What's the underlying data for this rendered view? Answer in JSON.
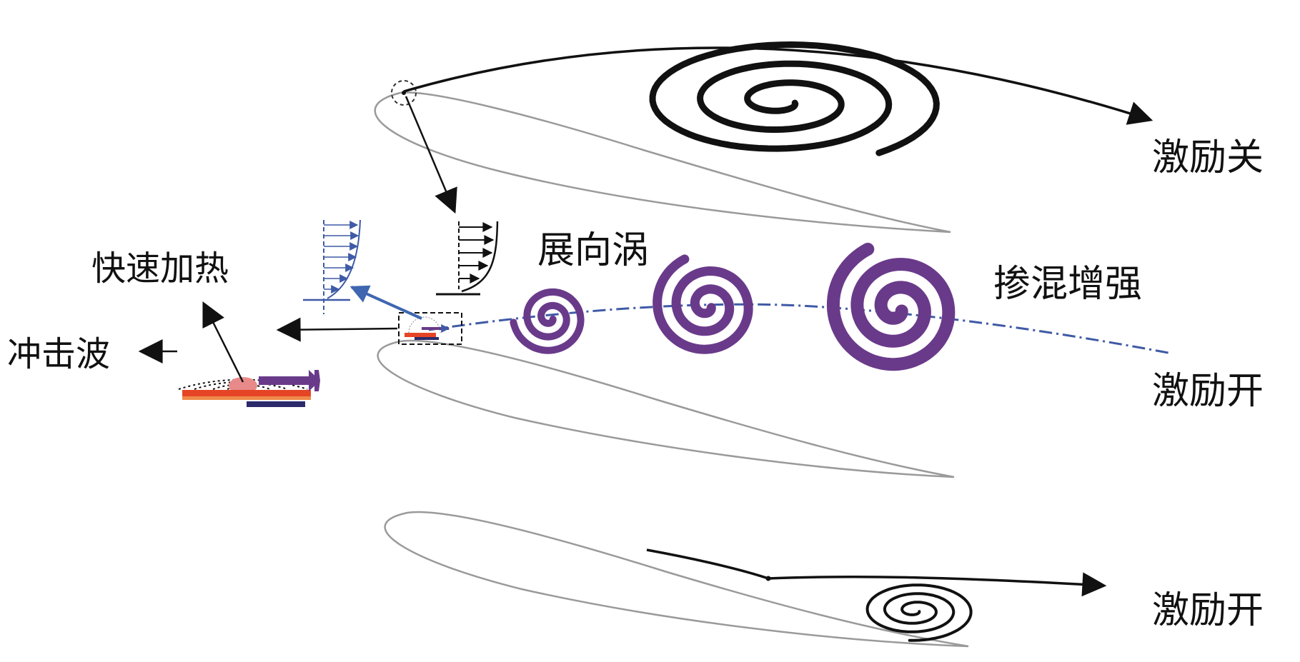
{
  "labels": {
    "excitation_off": "激励关",
    "excitation_on_middle": "激励开",
    "excitation_on_bottom": "激励开",
    "spanwise_vortex": "展向涡",
    "mixing_enhanced": "掺混增强",
    "rapid_heating": "快速加热",
    "shock_wave": "冲击波"
  },
  "colors": {
    "airfoil_outline": "#9a9a9a",
    "vortex_black": "#111111",
    "vortex_purple": "#6a3a8a",
    "dashdot_line": "#3f5aa6",
    "arrow_blue": "#3f66b0",
    "heater_red": "#e64525",
    "heater_orange": "#f08a4b",
    "actuator_navy": "#2c2a6b",
    "hot_spot": "#e98a8a",
    "arrow_purple": "#6a3a8a"
  }
}
